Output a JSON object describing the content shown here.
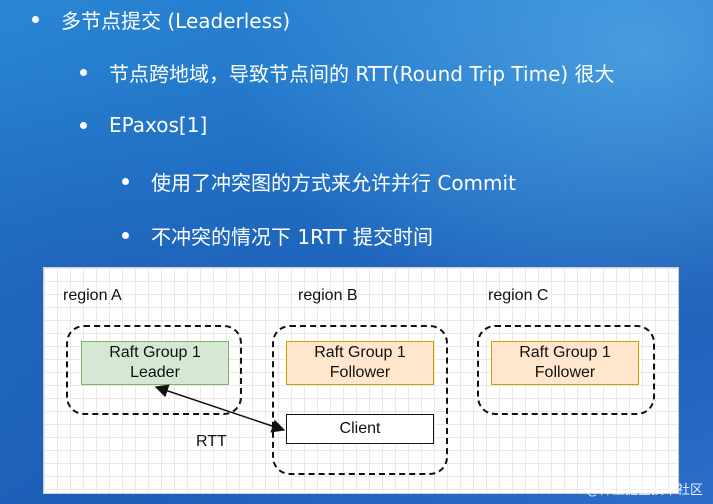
{
  "bullets": {
    "b1": "多节点提交 (Leaderless)",
    "b2": "节点跨地域，导致节点间的 RTT(Round Trip Time) 很大",
    "b3": "EPaxos[1]",
    "b4": "使用了冲突图的方式来允许并行 Commit",
    "b5": "不冲突的情况下 1RTT 提交时间"
  },
  "diagram": {
    "regions": [
      {
        "label": "region A",
        "node_line1": "Raft Group 1",
        "node_line2": "Leader"
      },
      {
        "label": "region B",
        "node_line1": "Raft Group 1",
        "node_line2": "Follower"
      },
      {
        "label": "region C",
        "node_line1": "Raft Group 1",
        "node_line2": "Follower"
      }
    ],
    "client_label": "Client",
    "rtt_label": "RTT"
  },
  "watermark": "@稀土掘金技术社区",
  "colors": {
    "leader_fill": "#d5e8d4",
    "leader_stroke": "#82b366",
    "follower_fill": "#ffe6cc",
    "follower_stroke": "#d79b00"
  }
}
